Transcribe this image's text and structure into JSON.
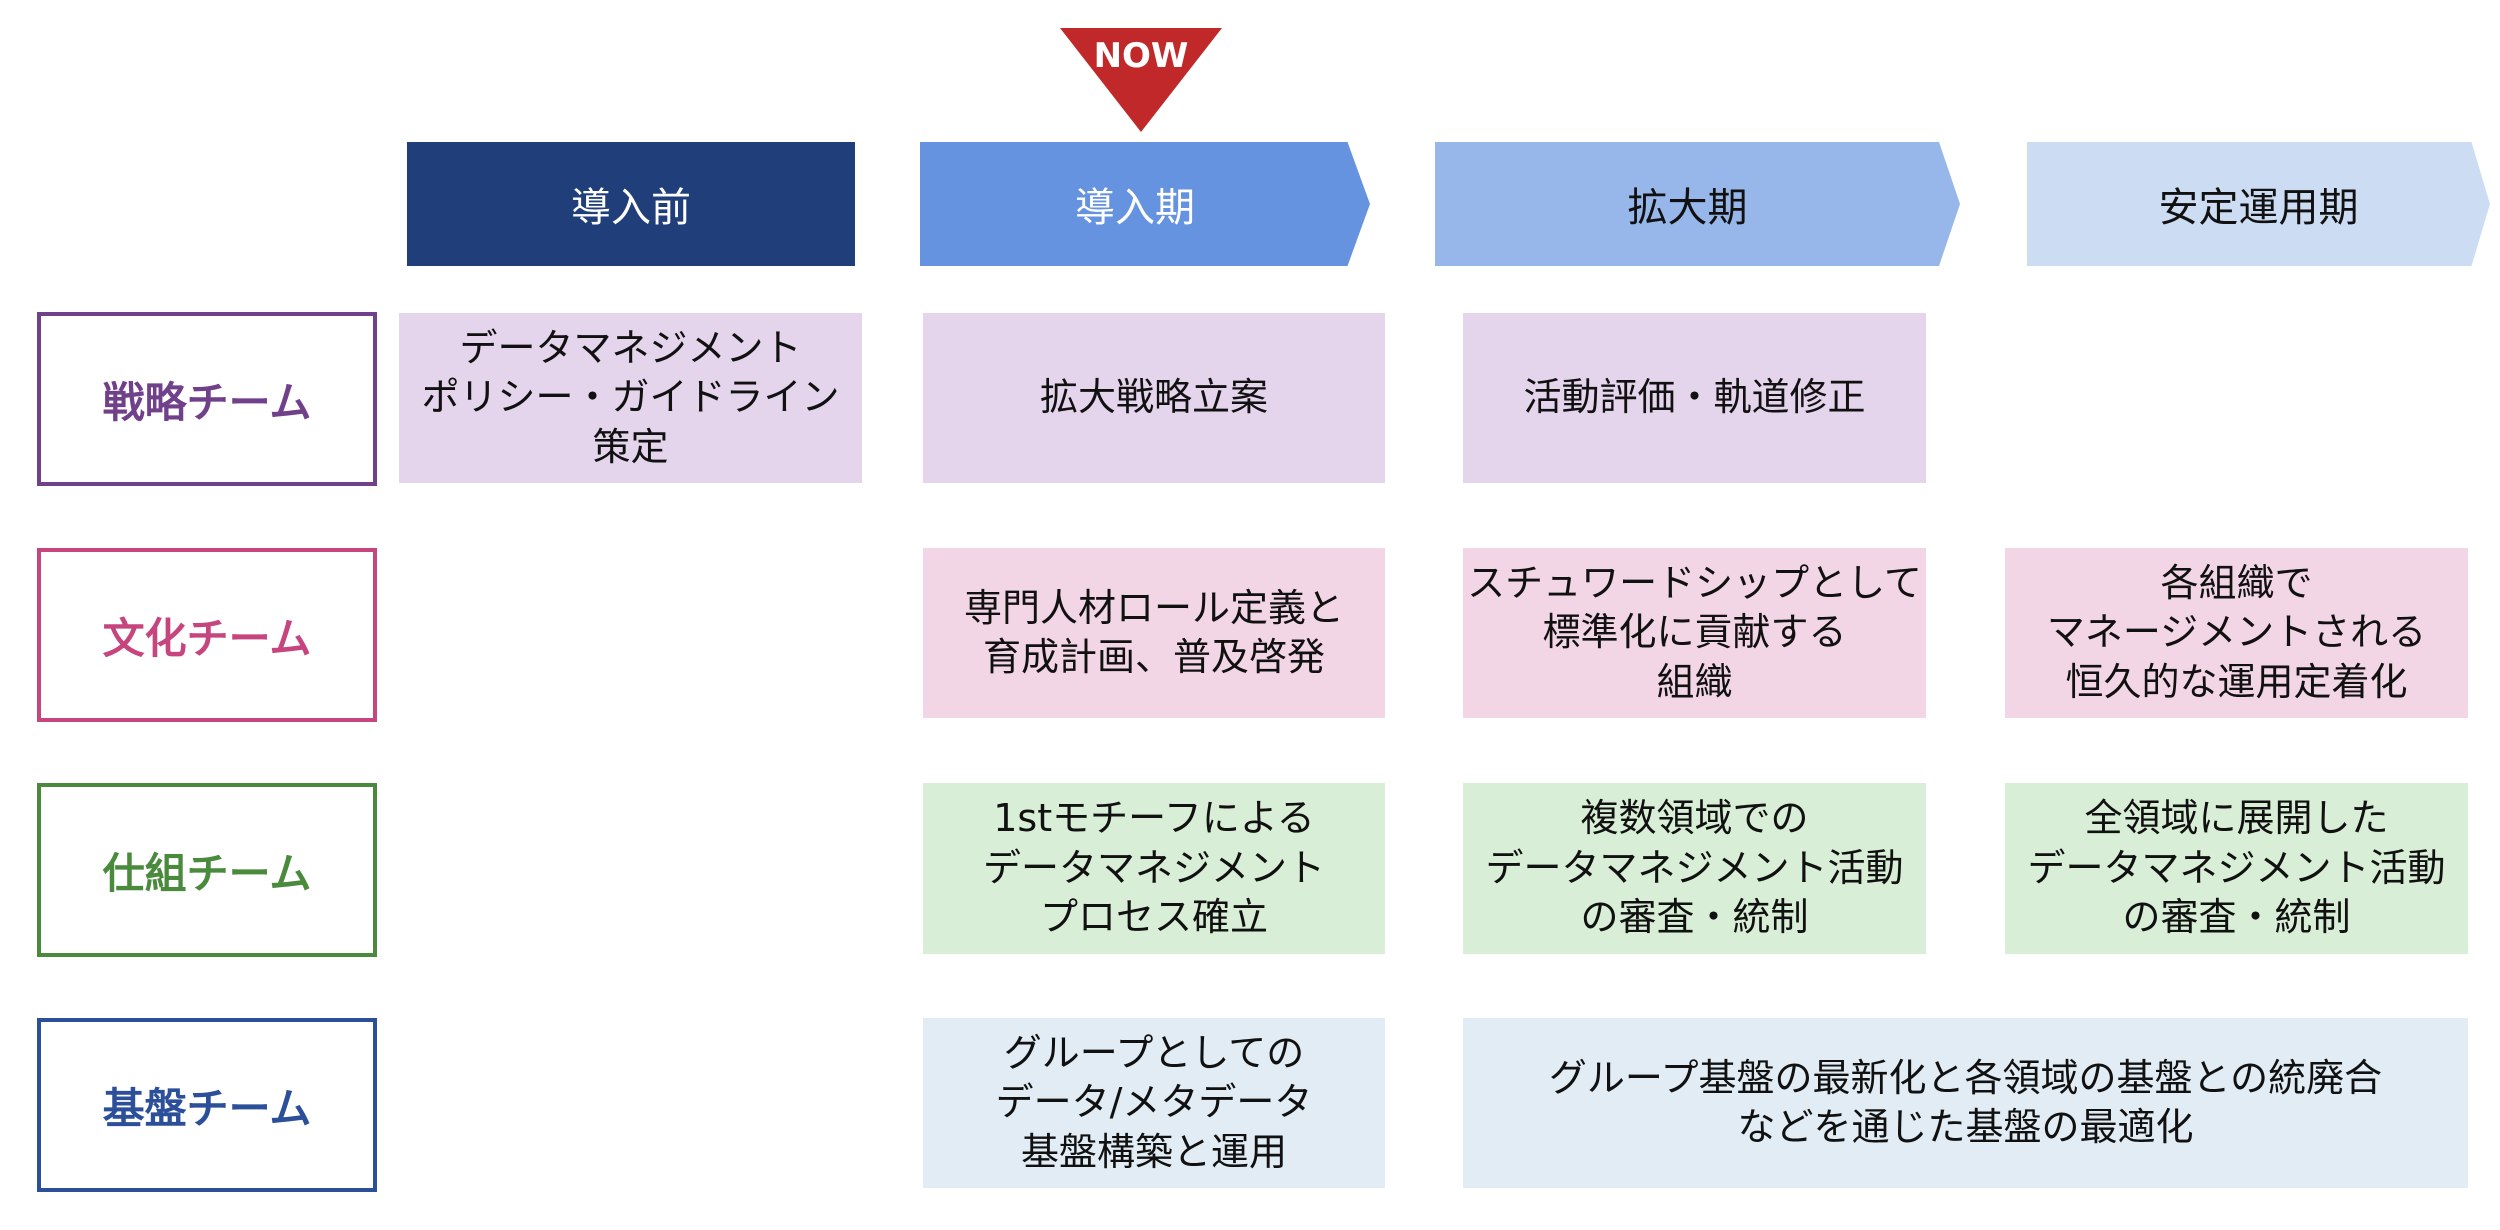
{
  "now_marker": {
    "label": "NOW",
    "color": "#c0282a"
  },
  "phases": [
    {
      "label": "導入前",
      "color": "#203f7a",
      "text_color": "#ffffff"
    },
    {
      "label": "導入期",
      "color": "#6693e0",
      "text_color": "#ffffff"
    },
    {
      "label": "拡大期",
      "color": "#97b6ea",
      "text_color": "#111111"
    },
    {
      "label": "安定運用期",
      "color": "#ccdcf3",
      "text_color": "#111111"
    }
  ],
  "teams": [
    {
      "label": "戦略チーム",
      "color": "#70408a",
      "cell_color": "#e4d4ec",
      "cells": [
        "データマネジメント\nポリシー・ガイドライン\n策定",
        "拡大戦略立案",
        "活動評価・軌道修正"
      ]
    },
    {
      "label": "文化チーム",
      "color": "#c7457e",
      "cell_color": "#f2d6e6",
      "cells": [
        "専門人材ロール定義と\n育成計画、普及啓発",
        "スチュワードシップとして\n標準化に貢献する\n組織",
        "各組織で\nマネージメントされる\n恒久的な運用定着化"
      ]
    },
    {
      "label": "仕組チーム",
      "color": "#4a8a3c",
      "cell_color": "#d8eed6",
      "cells": [
        "1stモチーフによる\nデータマネジメント\nプロセス確立",
        "複数領域での\nデータマネジメント活動\nの審査・統制",
        "全領域に展開した\nデータマネジメント活動\nの審査・統制"
      ]
    },
    {
      "label": "基盤チーム",
      "color": "#2c4f9a",
      "cell_color": "#e1ecf4",
      "cells": [
        "グループとしての\nデータ/メタデータ\n基盤構築と運用",
        "グループ基盤の最新化と各領域の基盤との統廃合\nなどを通じた基盤の最適化"
      ]
    }
  ]
}
